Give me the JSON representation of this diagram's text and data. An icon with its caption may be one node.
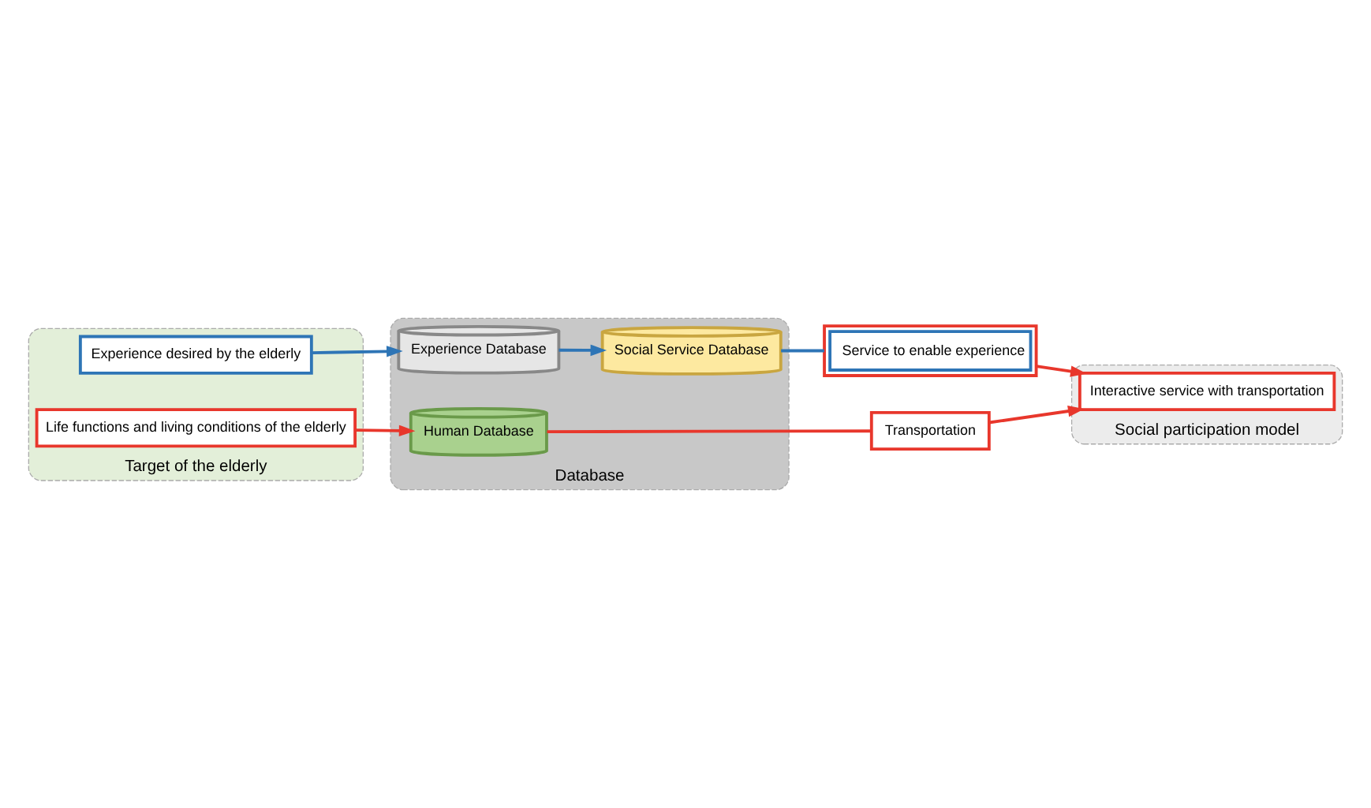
{
  "diagram": {
    "nodes": [
      {
        "text": [
          "Target of the elderly"
        ]
      },
      {
        "text": [
          "Experience desired by the elderly"
        ],
        "in": 0
      },
      {
        "text": [
          "Life functions and living conditions of the elderly"
        ],
        "in": 0
      },
      {
        "text": [
          "Database"
        ]
      },
      {
        "text": [
          "Experience Database"
        ],
        "in": 3
      },
      {
        "text": [
          "Social Service Database"
        ],
        "in": 3
      },
      {
        "text": [
          "Human Database"
        ],
        "in": 3
      },
      {
        "text": [
          "Service to enable experience"
        ]
      },
      {
        "text": [
          "Transportation"
        ]
      },
      {
        "text": [
          "Social participation model"
        ]
      },
      {
        "text": [
          "Interactive service with transportation"
        ],
        "in": 9
      }
    ],
    "edges": [
      {
        "from": 1,
        "to": 4,
        "arrow": "to",
        "color": "#2e75b6"
      },
      {
        "from": 4,
        "to": 5,
        "arrow": "to",
        "color": "#2e75b6"
      },
      {
        "from": 5,
        "to": 7,
        "arrow": "none",
        "color": "#2e75b6"
      },
      {
        "from": 2,
        "to": 6,
        "arrow": "to",
        "color": "#e8372c"
      },
      {
        "from": 6,
        "to": 8,
        "arrow": "none",
        "color": "#e8372c"
      },
      {
        "from": 7,
        "to": 10,
        "arrow": "to",
        "color": "#e8372c"
      },
      {
        "from": 8,
        "to": 10,
        "arrow": "to",
        "color": "#e8372c"
      }
    ]
  }
}
